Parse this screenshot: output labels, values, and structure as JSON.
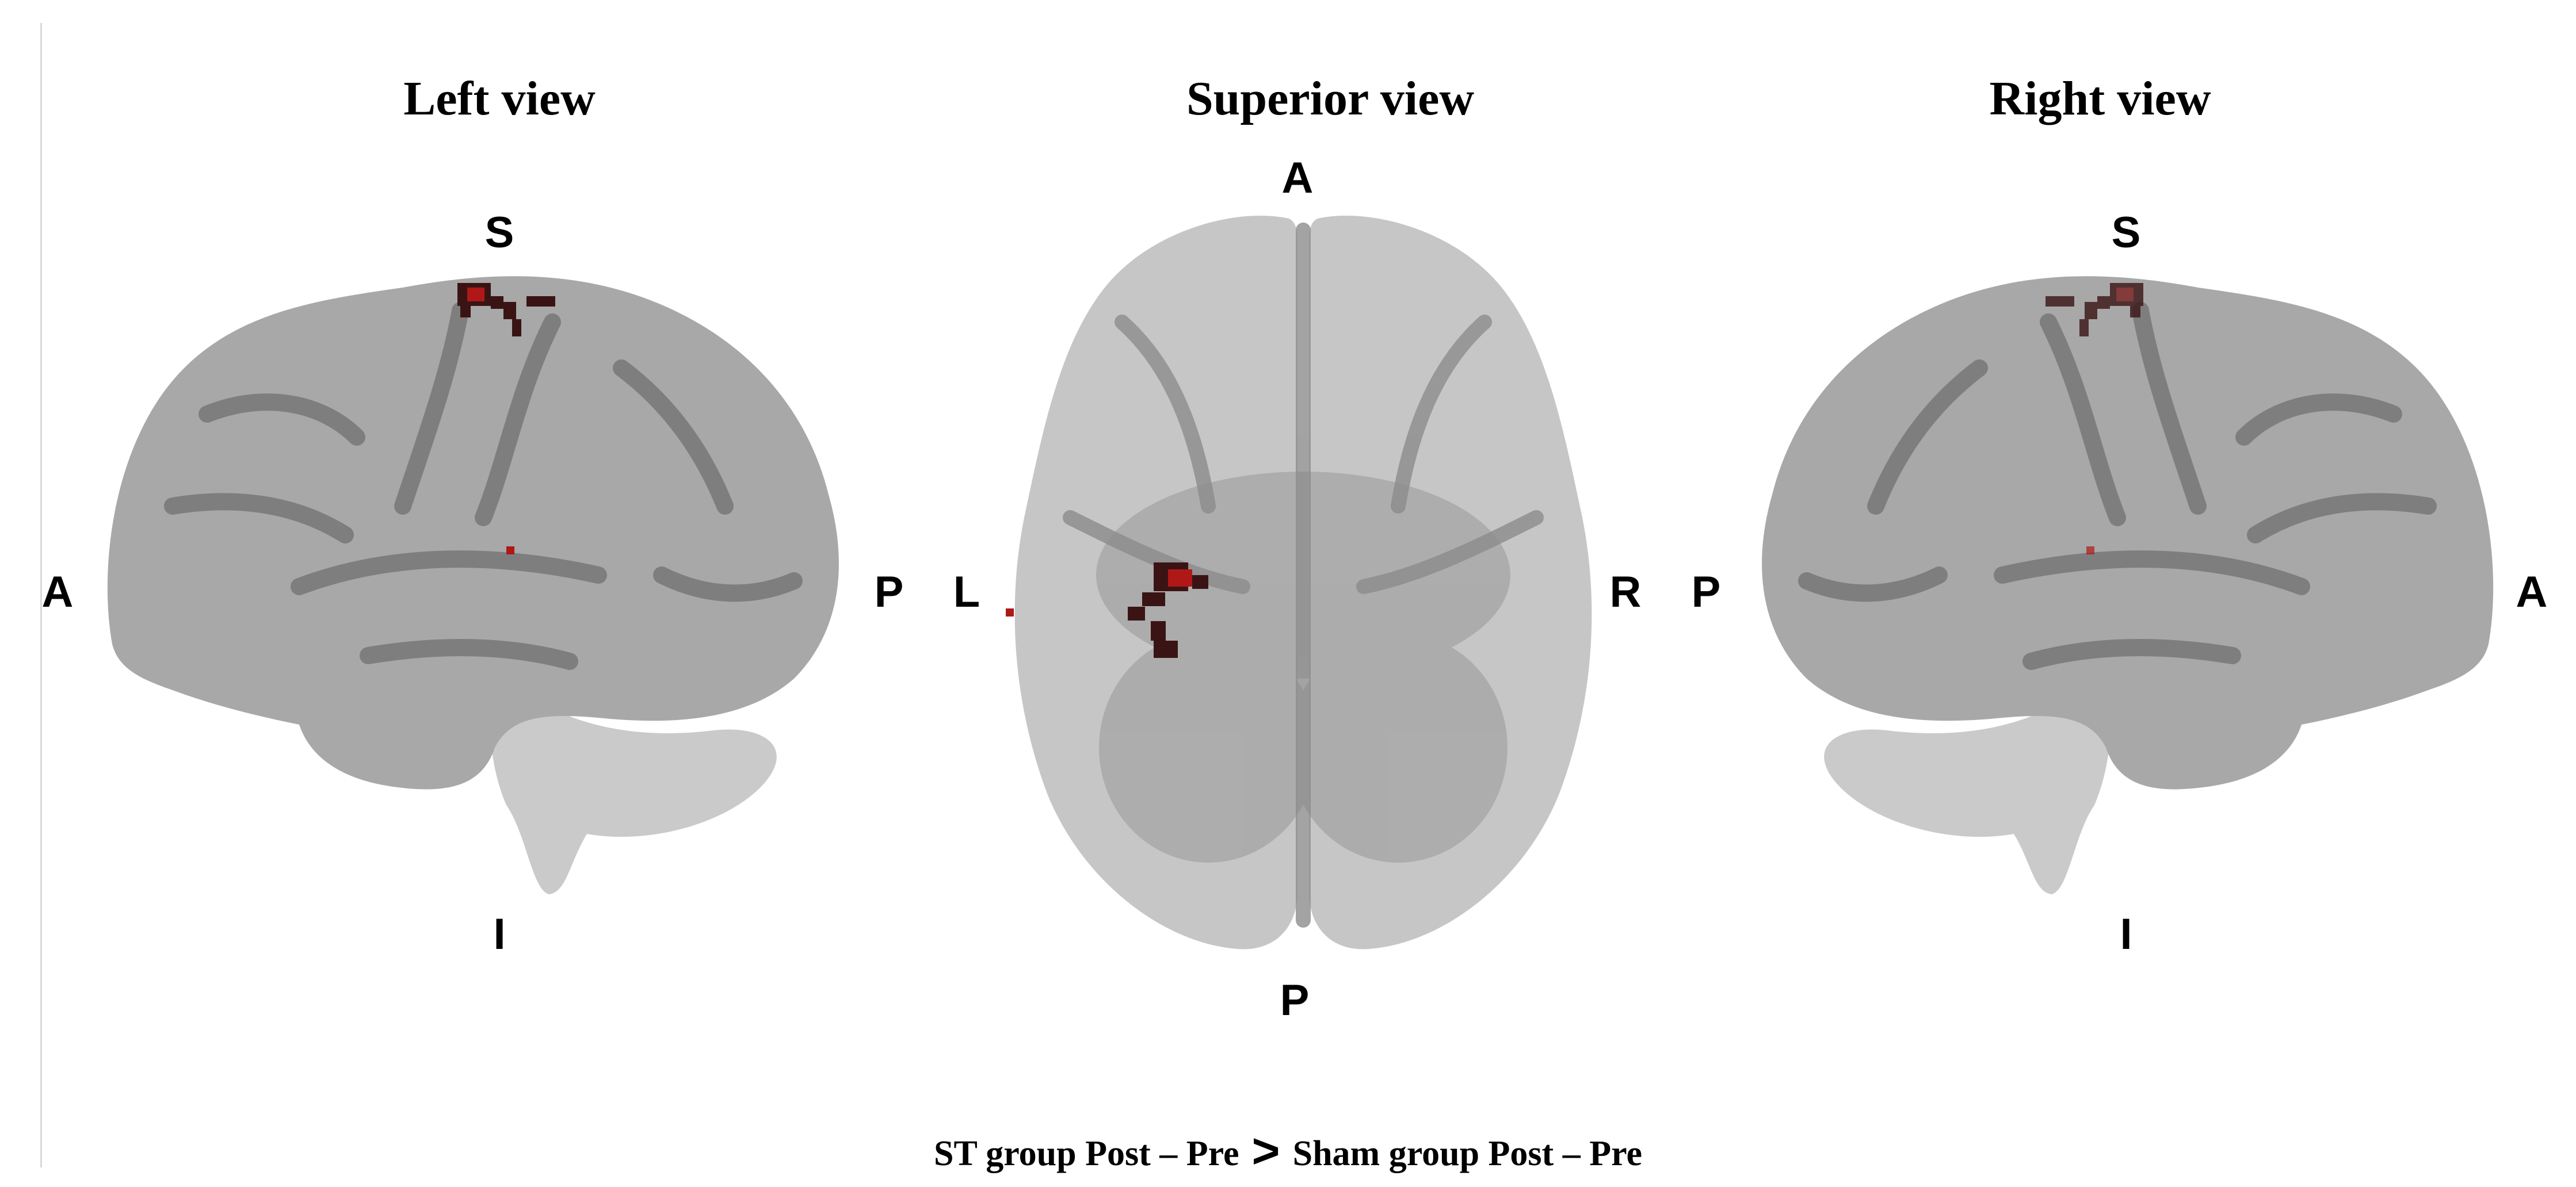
{
  "panels": {
    "left": {
      "title": "Left view",
      "labels": {
        "top": "S",
        "bottom": "I",
        "left": "A",
        "right": "P"
      }
    },
    "superior": {
      "title": "Superior view",
      "labels": {
        "top": "A",
        "bottom": "P",
        "left": "L",
        "right": "R"
      }
    },
    "right": {
      "title": "Right view",
      "labels": {
        "top": "S",
        "bottom": "I",
        "left": "P",
        "right": "A"
      }
    }
  },
  "caption": {
    "left_text": "ST group Post – Pre",
    "symbol": ">",
    "right_text": "Sham group Post – Pre"
  },
  "colors": {
    "brain_fill": "#a8a8a8",
    "sulci": "#7e7e7e",
    "cerebellum": "#c4c4c4",
    "activation_dark": "#3a1414",
    "activation_red": "#b01818"
  }
}
